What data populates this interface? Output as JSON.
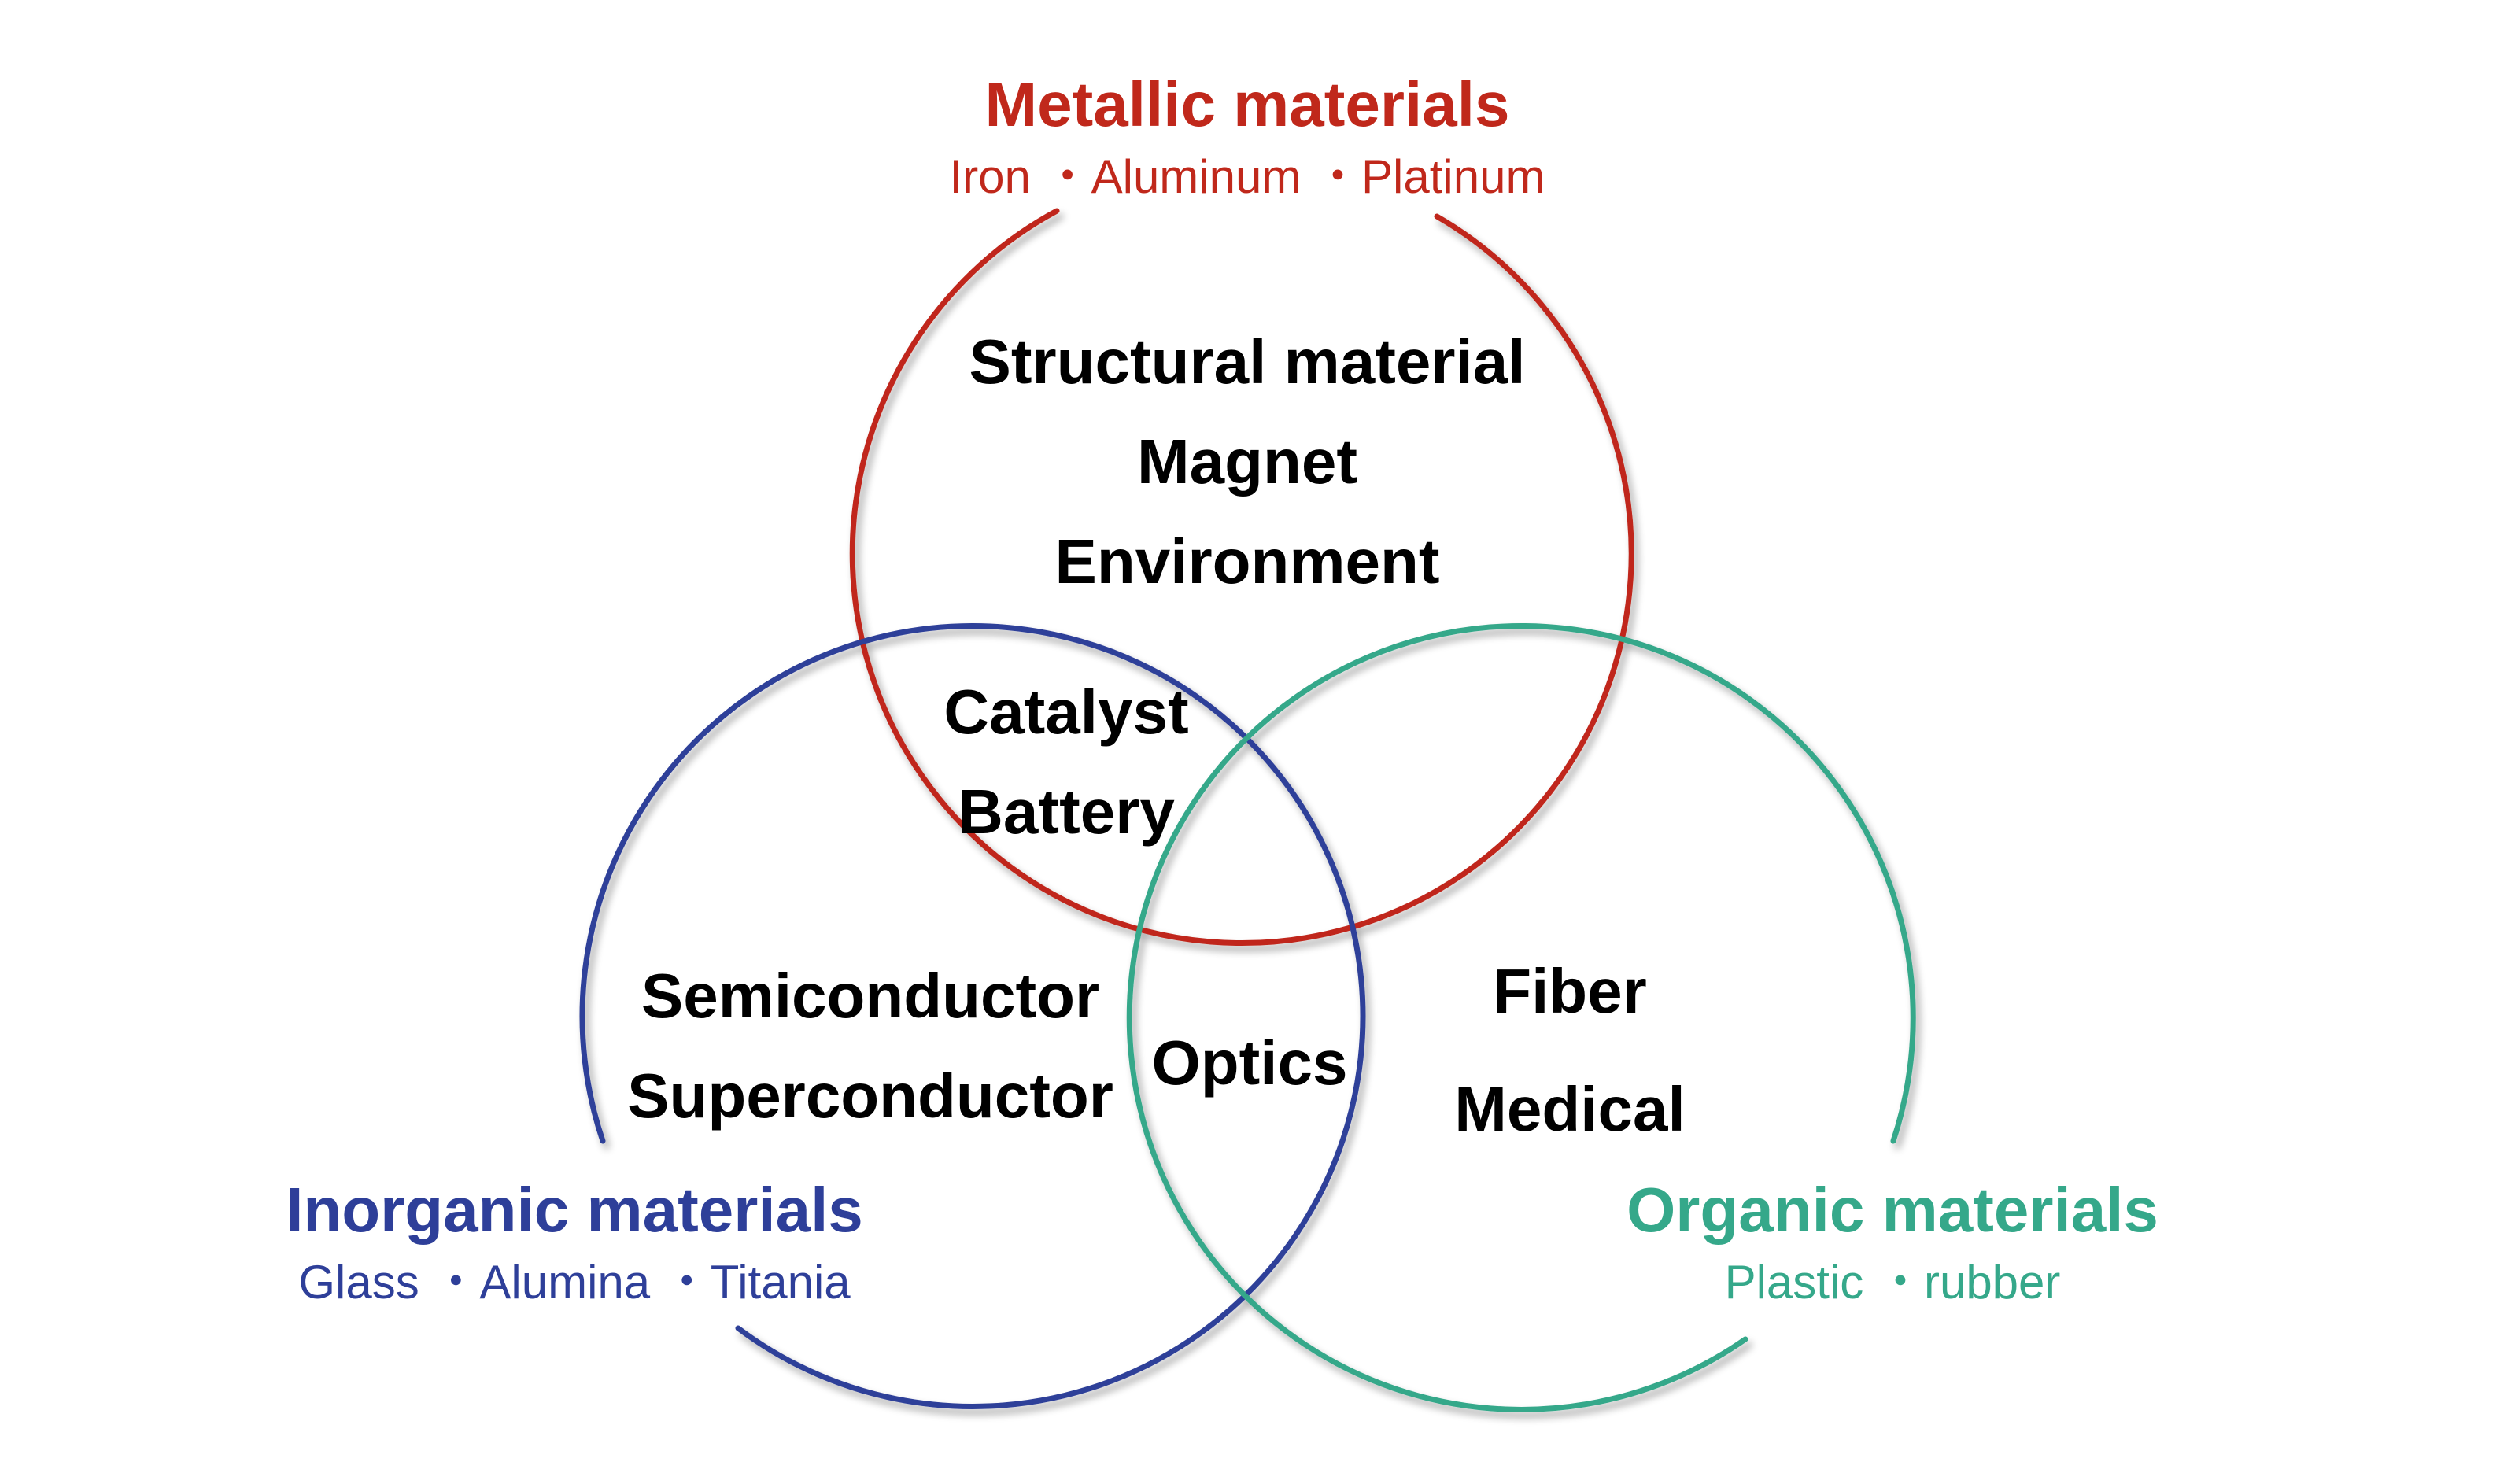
{
  "sets": {
    "metallic": {
      "title": "Metallic materials",
      "examples": "Iron ・Aluminum ・Platinum",
      "color": "#C0281B"
    },
    "inorganic": {
      "title": "Inorganic materials",
      "examples": "Glass ・Alumina ・Titania",
      "color": "#2E3F99"
    },
    "organic": {
      "title": "Organic materials",
      "examples": "Plastic ・rubber",
      "color": "#35A88A"
    }
  },
  "regions": {
    "metallic_only": [
      "Structural material",
      "Magnet",
      "Environment"
    ],
    "metallic_inorganic": [
      "Catalyst",
      "Battery"
    ],
    "inorganic_only": [
      "Semiconductor",
      "Superconductor"
    ],
    "inorganic_organic": [
      "Optics"
    ],
    "organic_only": [
      "Fiber",
      "Medical"
    ]
  }
}
